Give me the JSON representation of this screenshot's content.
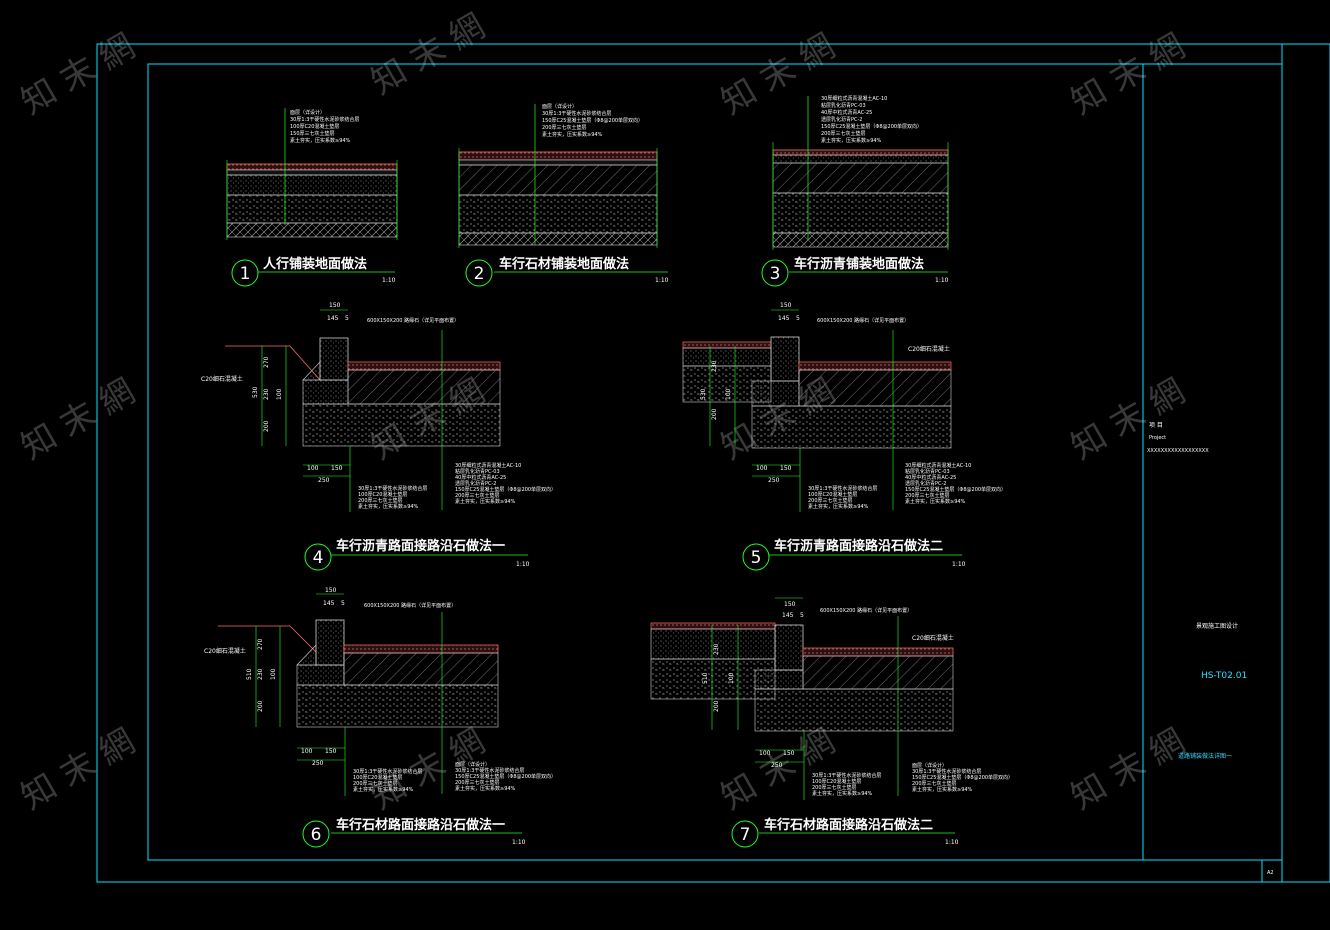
{
  "sheet": {
    "title_block": {
      "project_label": "项 目",
      "project_label_en": "Project",
      "project_name": "XXXXXXXXXXXXXXXXXX",
      "unit_name": "景观施工图设计",
      "drawing_number": "HS-T02.01",
      "drawing_title": "道路铺装做法详图一",
      "sheet_size": "A2"
    },
    "watermark": "知 末 網",
    "colors": {
      "frame": "#00e5ff",
      "dim": "#22ff22",
      "hatch": "#d8d8d8",
      "surface": "#ff6b6b"
    }
  },
  "details": [
    {
      "id": "d1",
      "number": "1",
      "title": "人行铺装地面做法",
      "scale": "1:10",
      "notes": [
        "面层（详设计）",
        "30厚1:3干硬性水泥砂浆结合层",
        "100厚C20混凝土垫层",
        "150厚三七灰土垫层",
        "素土夯实，压实系数≥94%"
      ]
    },
    {
      "id": "d2",
      "number": "2",
      "title": "车行石材铺装地面做法",
      "scale": "1:10",
      "notes": [
        "面层（详设计）",
        "30厚1:3干硬性水泥砂浆结合层",
        "150厚C25混凝土垫层（Φ8@200单层双向）",
        "200厚三七灰土垫层",
        "素土夯实，压实系数≥94%"
      ]
    },
    {
      "id": "d3",
      "number": "3",
      "title": "车行沥青铺装地面做法",
      "scale": "1:10",
      "notes": [
        "30厚细粒式沥青混凝土AC-10",
        "粘层乳化沥青PC-03",
        "40厚中粒式沥青AC-25",
        "透层乳化沥青PC-2",
        "150厚C25混凝土垫层（Φ8@200单层双向）",
        "200厚三七灰土垫层",
        "素土夯实，压实系数≥94%"
      ]
    },
    {
      "id": "d4",
      "number": "4",
      "title": "车行沥青路面接路沿石做法一",
      "scale": "1:10",
      "top_note": "600X150X200 路缘石（详见平面布置）",
      "side_label": "C20细石混凝土",
      "dims": [
        "150",
        "145",
        "5",
        "270",
        "230",
        "100",
        "200",
        "530",
        "100",
        "150",
        "250"
      ],
      "notes_left": [
        "30厚1:3干硬性水泥砂浆结合层",
        "100厚C20混凝土垫层",
        "200厚三七灰土垫层",
        "素土夯实，压实系数≥94%"
      ],
      "notes_right": [
        "30厚细粒式沥青混凝土AC-10",
        "粘层乳化沥青PC-03",
        "40厚中粒式沥青AC-25",
        "透层乳化沥青PC-2",
        "150厚C25混凝土垫层（Φ8@200单层双向）",
        "200厚三七灰土垫层",
        "素土夯实，压实系数≥94%"
      ]
    },
    {
      "id": "d5",
      "number": "5",
      "title": "车行沥青路面接路沿石做法二",
      "scale": "1:10",
      "top_note": "600X150X200 路缘石（详见平面布置）",
      "side_label": "C20细石混凝土",
      "dims": [
        "150",
        "145",
        "5",
        "230",
        "100",
        "200",
        "530",
        "100",
        "150",
        "250"
      ]
    },
    {
      "id": "d6",
      "number": "6",
      "title": "车行石材路面接路沿石做法一",
      "scale": "1:10",
      "top_note": "600X150X200 路缘石（详见平面布置）",
      "side_label": "C20细石混凝土",
      "dims": [
        "150",
        "145",
        "5",
        "270",
        "230",
        "100",
        "200",
        "510",
        "100",
        "150",
        "250"
      ],
      "notes_right": [
        "面层（详设计）",
        "30厚1:3干硬性水泥砂浆结合层",
        "150厚C25混凝土垫层（Φ8@200单层双向）",
        "200厚三七灰土垫层",
        "素土夯实，压实系数≥94%"
      ]
    },
    {
      "id": "d7",
      "number": "7",
      "title": "车行石材路面接路沿石做法二",
      "scale": "1:10",
      "top_note": "600X150X200 路缘石（详见平面布置）",
      "side_label": "C20细石混凝土",
      "dims": [
        "150",
        "145",
        "5",
        "230",
        "100",
        "200",
        "510",
        "100",
        "150",
        "250"
      ]
    }
  ]
}
